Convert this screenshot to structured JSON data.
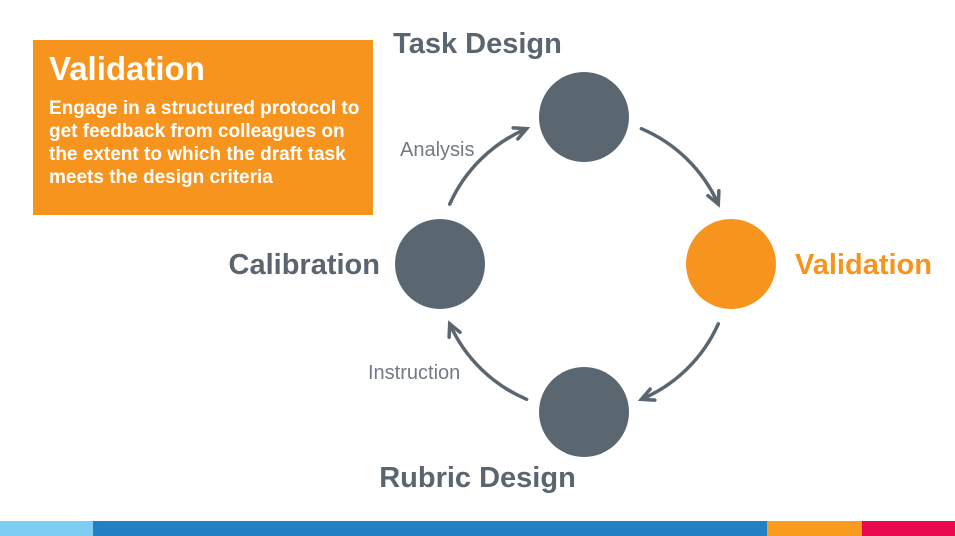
{
  "callout": {
    "title": "Validation",
    "body": "Engage in a structured protocol to get feedback from colleagues on the extent to which the draft task meets the design criteria",
    "bg_color": "#F7941E",
    "text_color": "#FFFFFF"
  },
  "cycle": {
    "direction": "clockwise",
    "nodes": [
      {
        "label": "Task Design",
        "position": "top",
        "circle_color": "#5B6770",
        "label_color": "#5A6570"
      },
      {
        "label": "Validation",
        "position": "right",
        "circle_color": "#F7941E",
        "label_color": "#F7941E"
      },
      {
        "label": "Rubric Design",
        "position": "bottom",
        "circle_color": "#5B6770",
        "label_color": "#5A6570"
      },
      {
        "label": "Calibration",
        "position": "left",
        "circle_color": "#5B6770",
        "label_color": "#5A6570"
      }
    ],
    "arrow_labels": [
      {
        "label": "Analysis"
      },
      {
        "label": "Instruction"
      }
    ],
    "arrow_color": "#5C6670"
  },
  "footer_bar": {
    "segments": [
      {
        "name": "light-blue",
        "color": "#7DCDF4"
      },
      {
        "name": "blue",
        "color": "#2380C2"
      },
      {
        "name": "orange",
        "color": "#F99B1C"
      },
      {
        "name": "crimson",
        "color": "#E9094F"
      }
    ]
  }
}
